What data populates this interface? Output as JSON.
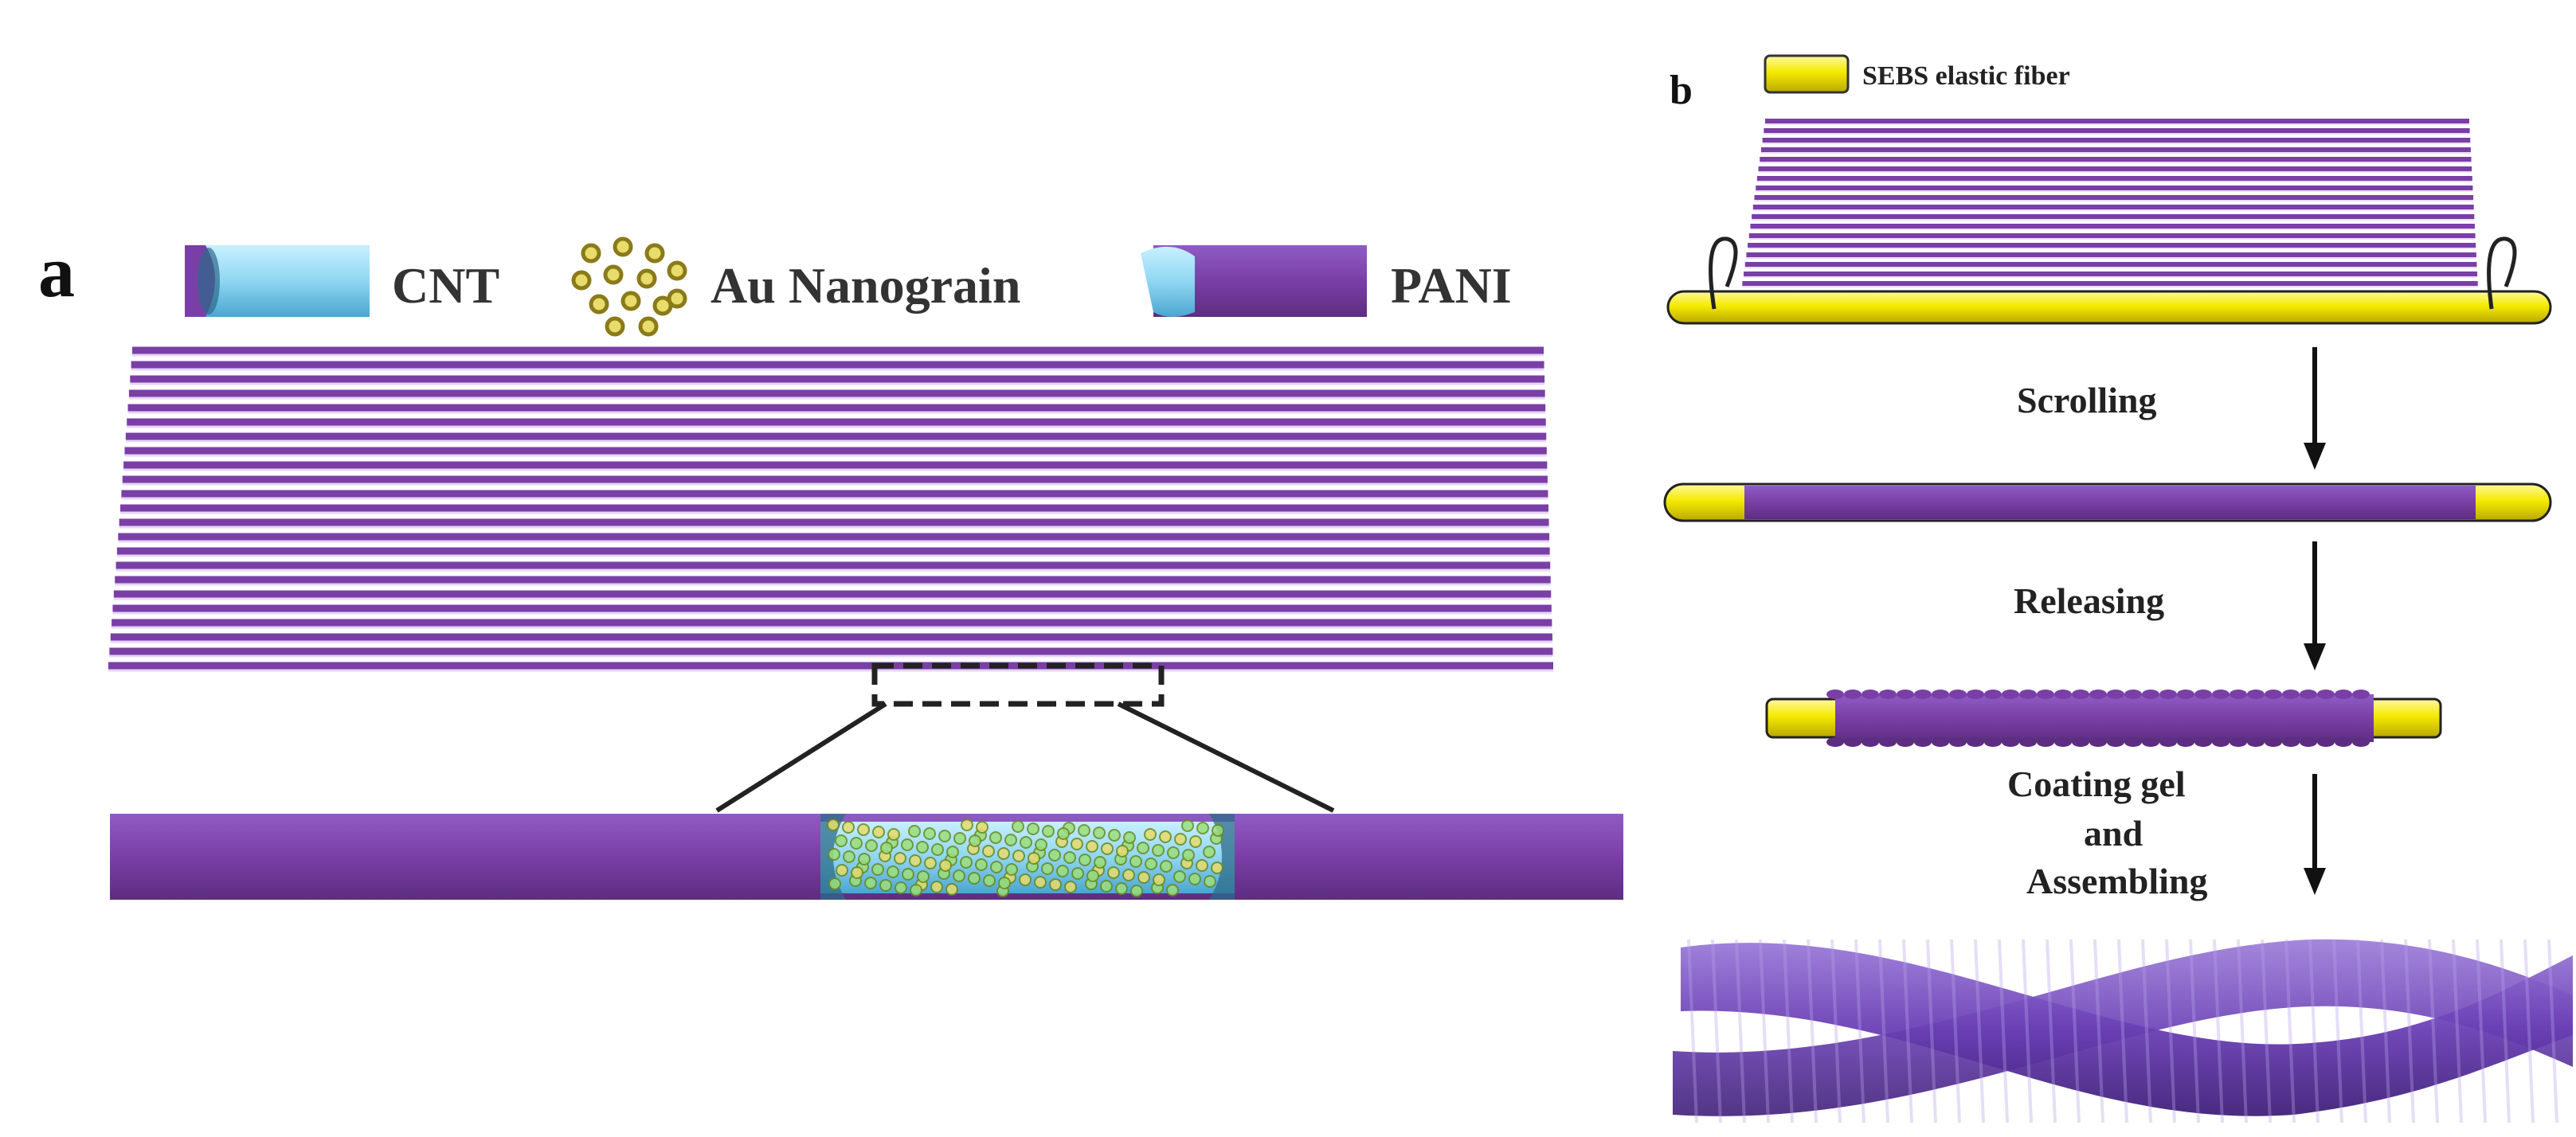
{
  "panel_a": {
    "label": "a",
    "legend": {
      "cnt": "CNT",
      "au": "Au Nanograin",
      "pani": "PANI"
    }
  },
  "panel_b": {
    "label": "b",
    "legend": {
      "sebs": "SEBS elastic fiber"
    },
    "steps": {
      "scrolling": "Scrolling",
      "releasing": "Releasing",
      "coating_line1": "Coating gel",
      "coating_line2": "and",
      "coating_line3": "Assembling"
    }
  },
  "colors": {
    "pani_purple": "#7a3fa6",
    "pani_light": "#c9a7e8",
    "cnt_cyan": "#8fd6f2",
    "cnt_dark": "#2c6b8a",
    "au_gold": "#c8b13a",
    "sebs_yellow": "#f2e600",
    "coil_purple": "#6a3fb5"
  }
}
